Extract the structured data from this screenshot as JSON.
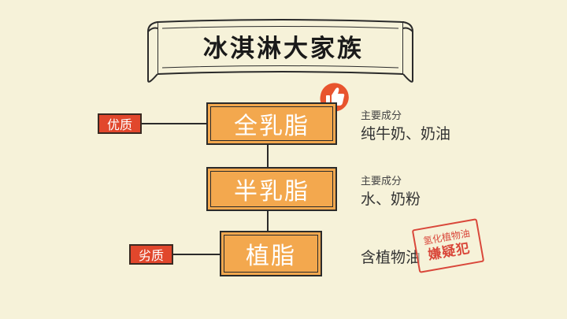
{
  "title": "冰淇淋大家族",
  "nodes": {
    "full_fat": "全乳脂",
    "half_fat": "半乳脂",
    "plant_fat": "植脂"
  },
  "tags": {
    "good": "优质",
    "bad": "劣质"
  },
  "labels": {
    "full_fat_caption": "主要成分",
    "full_fat_detail": "纯牛奶、奶油",
    "half_fat_caption": "主要成分",
    "half_fat_detail": "水、奶粉",
    "plant_fat_detail": "含植物油"
  },
  "stamp": {
    "line1": "氢化植物油",
    "line2": "嫌疑犯"
  },
  "icons": {
    "like": "thumbs-up-icon"
  },
  "colors": {
    "background": "#f6f2d9",
    "node_fill": "#f3a84e",
    "tag_fill": "#e1472c",
    "stamp": "#d9473a"
  }
}
